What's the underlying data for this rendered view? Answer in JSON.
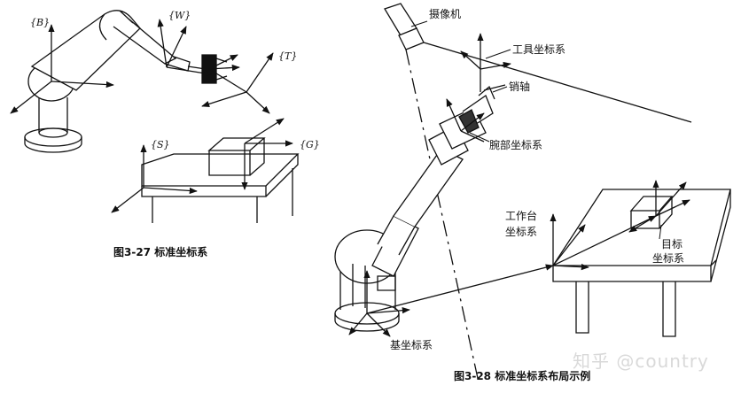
{
  "figures": [
    {
      "caption": "图3-27  标准坐标系",
      "frames": {
        "base": "{B}",
        "wrist": "{W}",
        "tool": "{T}",
        "station": "{S}",
        "goal": "{G}"
      }
    },
    {
      "caption": "图3-28  标准坐标系布局示例",
      "labels": {
        "camera": "摄像机",
        "tool_frame": "工具坐标系",
        "pin": "销轴",
        "wrist_frame": "腕部坐标系",
        "station_frame_line1": "工作台",
        "station_frame_line2": "坐标系",
        "goal_frame_line1": "目标",
        "goal_frame_line2": "坐标系",
        "base_frame": "基坐标系"
      }
    }
  ],
  "watermark": "知乎 @country",
  "colors": {
    "ink": "#111111",
    "shade": "#cfcfcf",
    "watermark": "#d9d9d9"
  }
}
